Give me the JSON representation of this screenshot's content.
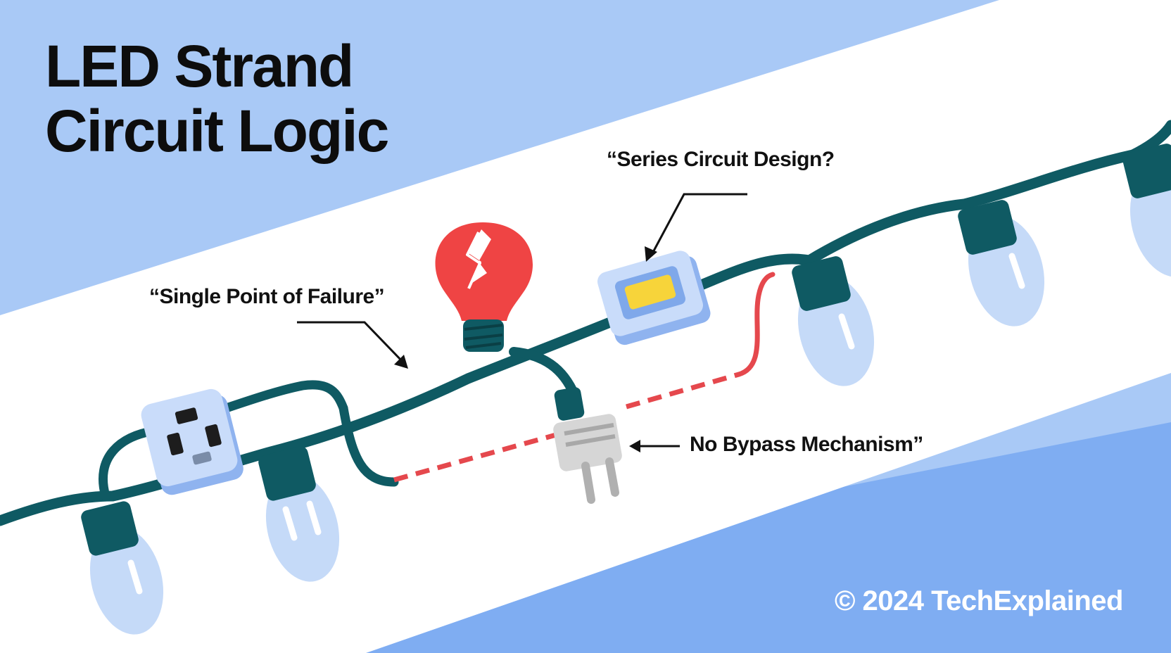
{
  "title": {
    "line1": "LED Strand",
    "line2": "Circuit Logic"
  },
  "callouts": {
    "series": "“Series Circuit Design?",
    "failure": "“Single Point of Failure”",
    "bypass": "No Bypass Mechanism”"
  },
  "footer": {
    "copyright": "© 2024 TechExplained"
  },
  "colors": {
    "background_light": "#a9c9f6",
    "background_deep": "#7fadf2",
    "band": "#ffffff",
    "wire": "#0f5a63",
    "bulb": "#c5daf8",
    "broken_bulb": "#ef4444",
    "fault_wire": "#e5484d",
    "led_chip": "#f7d43a",
    "plug_metal": "#c4c4c4"
  },
  "icons": [
    "power-outlet-icon",
    "broken-bulb-icon",
    "led-chip-icon",
    "plug-icon",
    "bulb-icon"
  ]
}
